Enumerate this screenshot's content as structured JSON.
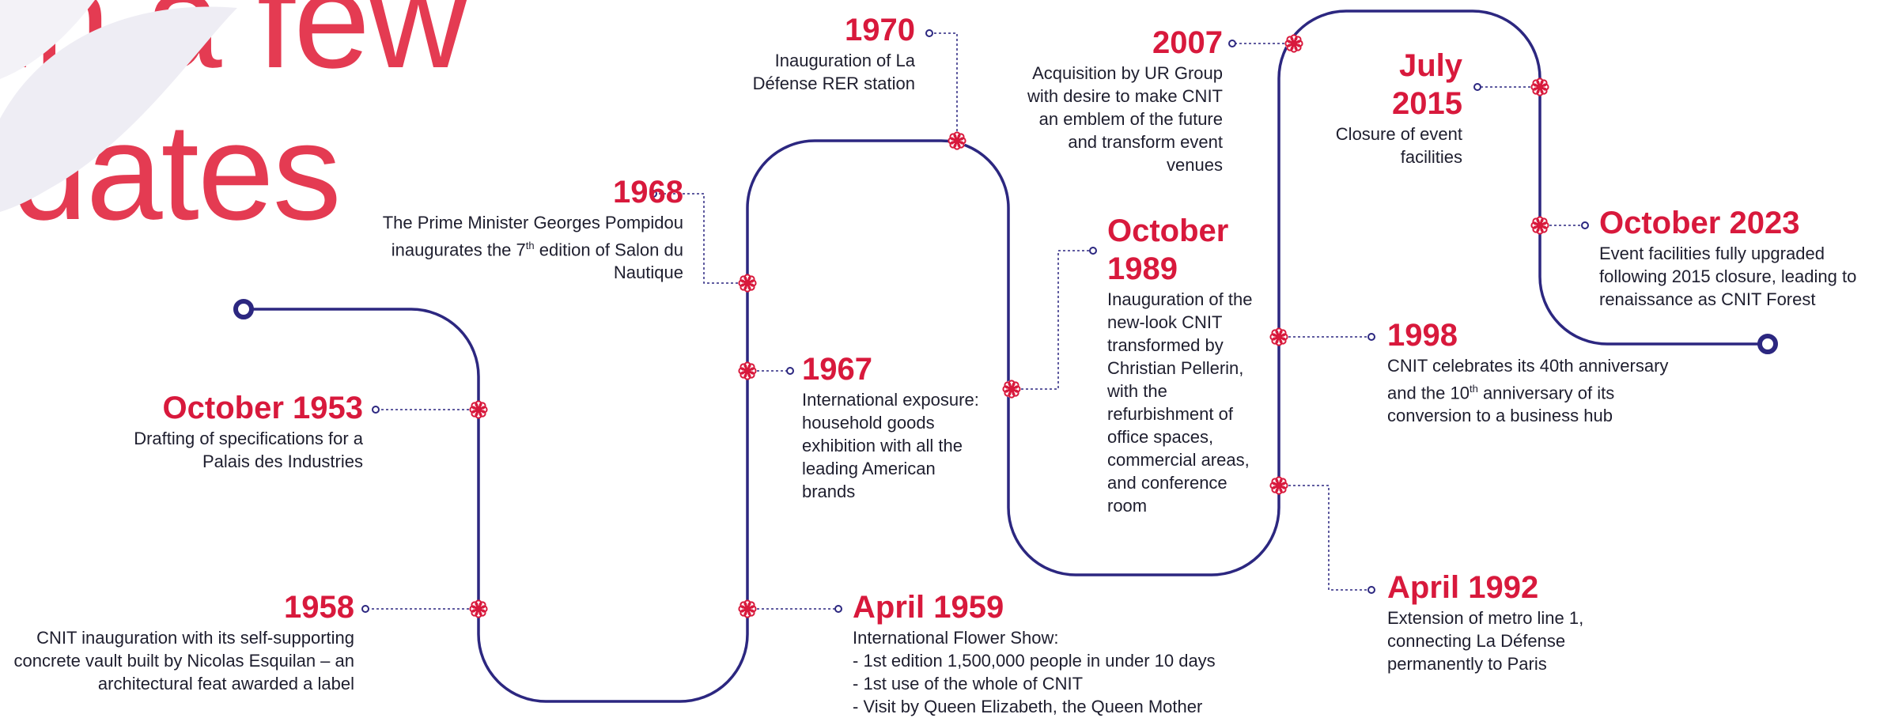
{
  "title": {
    "line1": "in a few",
    "line2": "dates"
  },
  "colors": {
    "track": "#2c2780",
    "accent": "#d8193c",
    "title": "#e43b52",
    "text": "#1e1e2e"
  },
  "events": {
    "e1953": {
      "date": "October 1953",
      "desc": "Drafting of specifications for a Palais des Industries"
    },
    "e1958": {
      "date": "1958",
      "desc": "CNIT inauguration with its self-supporting concrete vault built by Nicolas Esquilan – an architectural feat awarded a label"
    },
    "e1959": {
      "date": "April 1959",
      "desc": "International Flower Show:",
      "items": [
        "1st edition 1,500,000 people in under 10 days",
        "1st use of the whole of CNIT",
        "Visit by Queen Elizabeth, the Queen Mother"
      ]
    },
    "e1967": {
      "date": "1967",
      "desc": "International exposure: household goods exhibition with all the leading American brands"
    },
    "e1968": {
      "date": "1968",
      "desc_a": "The Prime Minister Georges Pompidou inaugurates the 7",
      "desc_sup": "th",
      "desc_b": " edition of Salon du Nautique"
    },
    "e1970": {
      "date": "1970",
      "desc": "Inauguration of La Défense RER station"
    },
    "e1989": {
      "date": "October 1989",
      "desc": "Inauguration of the new-look CNIT transformed by Christian Pellerin, with the refurbishment of office spaces, commercial areas, and conference room"
    },
    "e1992": {
      "date": "April 1992",
      "desc": "Extension of metro line 1, connecting La Défense permanently to Paris"
    },
    "e1998": {
      "date": "1998",
      "desc_a": "CNIT celebrates its 40th anniversary and the 10",
      "desc_sup": "th",
      "desc_b": " anniversary of its conversion to a business hub"
    },
    "e2007": {
      "date": "2007",
      "desc": "Acquisition by UR Group with desire to make CNIT an emblem of the future and transform event venues"
    },
    "e2015": {
      "date": "July 2015",
      "desc": "Closure of event facilities"
    },
    "e2023": {
      "date": "October 2023",
      "desc": "Event facilities fully upgraded following 2015 closure, leading to renaissance as CNIT Forest"
    }
  }
}
